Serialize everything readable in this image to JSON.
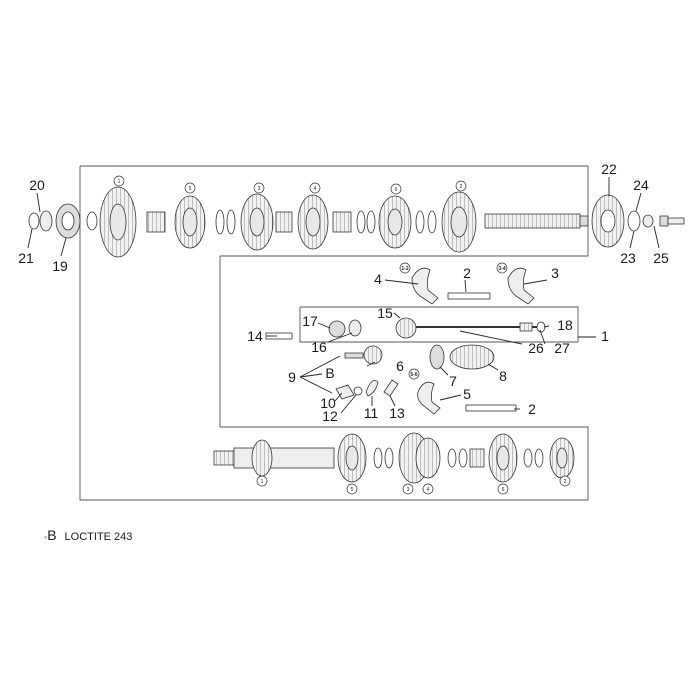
{
  "callouts": {
    "c1": "1",
    "c2a": "2",
    "c2b": "2",
    "c3": "3",
    "c4": "4",
    "c5": "5",
    "c6": "6",
    "c7": "7",
    "c8": "8",
    "c9": "9",
    "c10": "10",
    "c11": "11",
    "c12": "12",
    "c13": "13",
    "c14": "14",
    "c15": "15",
    "c16": "16",
    "c17": "17",
    "c18": "18",
    "c19": "19",
    "c20": "20",
    "c21": "21",
    "c22": "22",
    "c23": "23",
    "c24": "24",
    "c25": "25",
    "c26": "26",
    "c27": "27",
    "cB": "B"
  },
  "gear_tags": {
    "top": [
      "1",
      "5",
      "3",
      "4",
      "6",
      "2"
    ],
    "bottom": [
      "1",
      "5",
      "3",
      "4",
      "6",
      "2"
    ],
    "fork_left": "1-2",
    "fork_right": "3-4",
    "fork_lower": "5-6"
  },
  "legend": {
    "symbol": "B",
    "text": "LOCTITE 243"
  }
}
